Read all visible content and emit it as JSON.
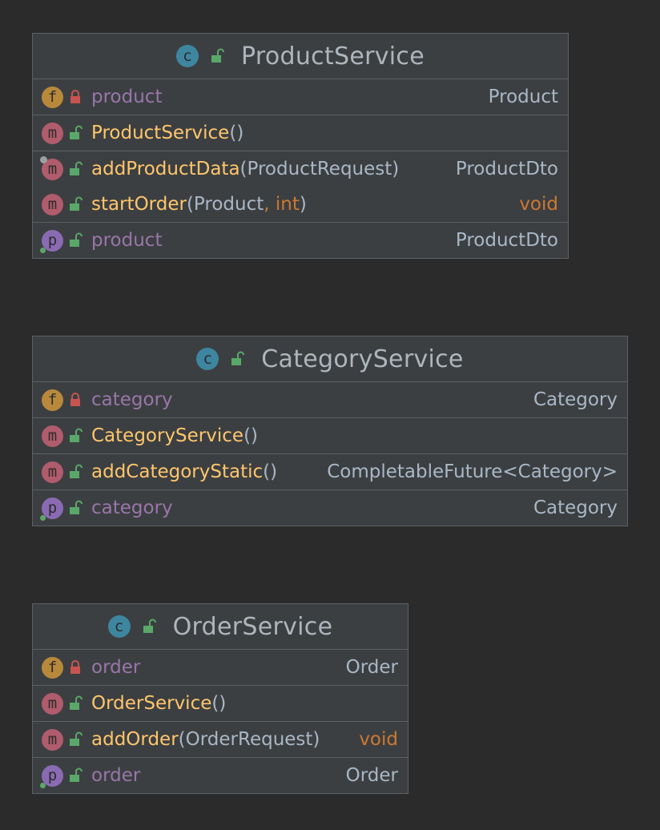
{
  "classes": [
    {
      "name": "ProductService",
      "fields": [
        {
          "name": "product",
          "type": "Product"
        }
      ],
      "constructors": [
        {
          "name": "ProductService",
          "params": "()"
        }
      ],
      "methods": [
        {
          "name": "addProductData",
          "params": "(ProductRequest)",
          "type": "ProductDto"
        },
        {
          "name": "startOrder",
          "params_open": "(Product",
          "params_sep": ", ",
          "params_kw": "int",
          "params_close": ")",
          "type": "void"
        }
      ],
      "properties": [
        {
          "name": "product",
          "type": "ProductDto"
        }
      ]
    },
    {
      "name": "CategoryService",
      "fields": [
        {
          "name": "category",
          "type": "Category"
        }
      ],
      "constructors": [
        {
          "name": "CategoryService",
          "params": "()"
        }
      ],
      "methods": [
        {
          "name": "addCategoryStatic",
          "params": "()",
          "type": "CompletableFuture<Category>"
        }
      ],
      "properties": [
        {
          "name": "category",
          "type": "Category"
        }
      ]
    },
    {
      "name": "OrderService",
      "fields": [
        {
          "name": "order",
          "type": "Order"
        }
      ],
      "constructors": [
        {
          "name": "OrderService",
          "params": "()"
        }
      ],
      "methods": [
        {
          "name": "addOrder",
          "params": "(OrderRequest)",
          "type": "void"
        }
      ],
      "properties": [
        {
          "name": "order",
          "type": "Order"
        }
      ]
    }
  ],
  "badges": {
    "class": "c",
    "field": "f",
    "method": "m",
    "property": "p"
  },
  "colors": {
    "background": "#2b2b2b",
    "panel": "#3c3f41",
    "field_name": "#9876aa",
    "method_name": "#ffc66d",
    "keyword": "#cc7832",
    "text": "#a9b7c6",
    "public_lock": "#59a869",
    "private_lock": "#c75450"
  },
  "icons": {
    "class": "class-icon",
    "field": "field-icon",
    "method": "method-icon",
    "property": "property-icon",
    "public": "public-lock-icon",
    "private": "private-lock-icon"
  }
}
